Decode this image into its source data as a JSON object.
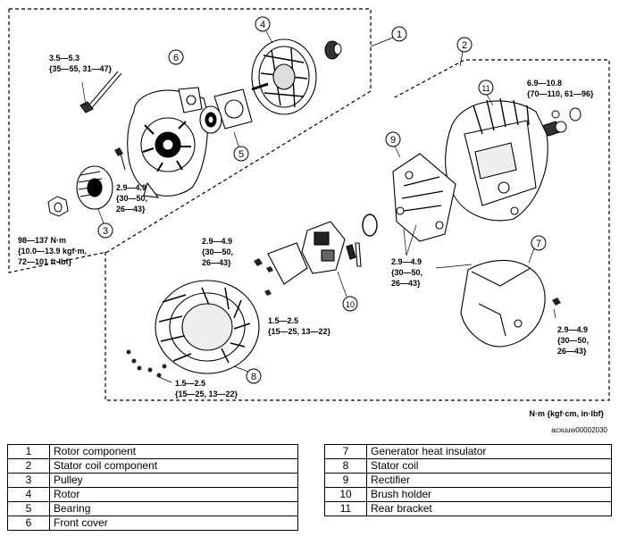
{
  "callouts": [
    "1",
    "2",
    "3",
    "4",
    "5",
    "6",
    "7",
    "8",
    "9",
    "10",
    "11"
  ],
  "torques": {
    "front_bolt": [
      "3.5—5.3",
      "{35—55, 31—47}"
    ],
    "terminal": [
      "6.9—10.8",
      "{70—110, 61—96}"
    ],
    "front_screw": [
      "2.9—4.9",
      "{30—50,",
      "26—43}"
    ],
    "pulley_nut": [
      "98—137 N·m",
      "{10.0—13.9 kgf·m,",
      "72—101 ft·lbf}"
    ],
    "brush_screw": [
      "2.9—4.9",
      "{30—50,",
      "26—43}"
    ],
    "rectifier_screw": [
      "2.9—4.9",
      "{30—50,",
      "26—43}"
    ],
    "brush_small": [
      "1.5—2.5",
      "{15—25, 13—22}"
    ],
    "insulator_screw": [
      "2.9—4.9",
      "{30—50,",
      "26—43}"
    ],
    "stator_screws": [
      "1.5—2.5",
      "{15—25, 13—22}"
    ]
  },
  "units_note": "N·m {kgf·cm, in·lbf}",
  "figure_code": "acxuuw00002030",
  "legend_left": [
    {
      "num": "1",
      "label": "Rotor component"
    },
    {
      "num": "2",
      "label": "Stator coil component"
    },
    {
      "num": "3",
      "label": "Pulley"
    },
    {
      "num": "4",
      "label": "Rotor"
    },
    {
      "num": "5",
      "label": "Bearing"
    },
    {
      "num": "6",
      "label": "Front cover"
    }
  ],
  "legend_right": [
    {
      "num": "7",
      "label": "Generator heat insulator"
    },
    {
      "num": "8",
      "label": "Stator coil"
    },
    {
      "num": "9",
      "label": "Rectifier"
    },
    {
      "num": "10",
      "label": "Brush holder"
    },
    {
      "num": "11",
      "label": "Rear bracket"
    }
  ]
}
